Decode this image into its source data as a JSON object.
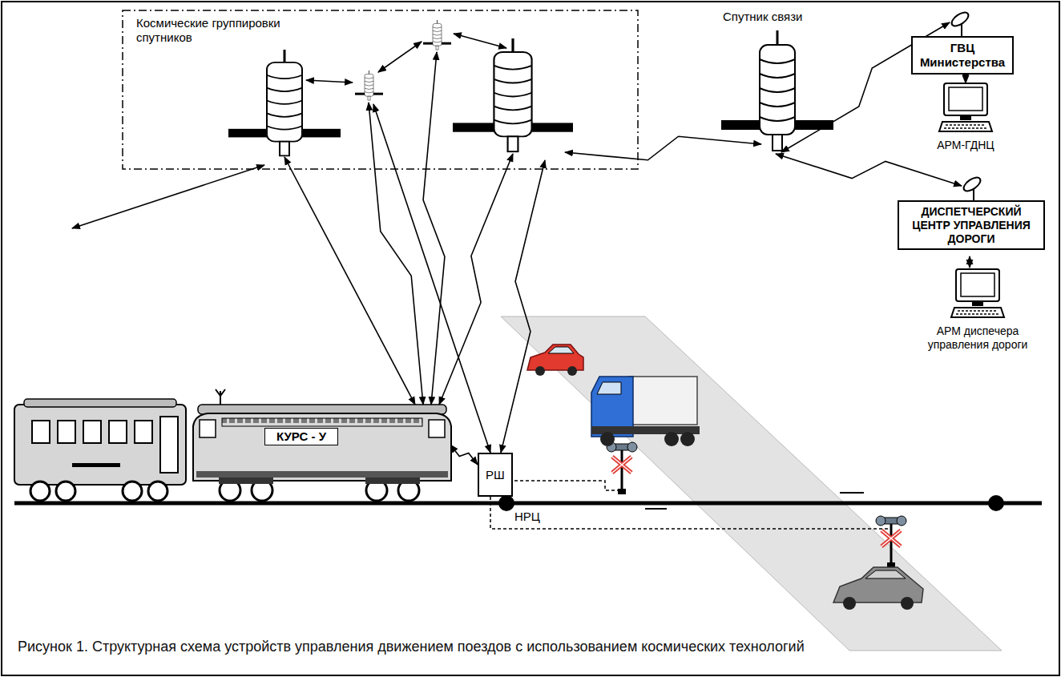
{
  "diagram": {
    "caption": "Рисунок 1. Структурная схема устройств управления движением поездов с использованием космических технологий",
    "nodes": [
      {
        "text": [
          "Космические группировки спутников"
        ]
      },
      {
        "text": [
          "Спутник связи"
        ]
      },
      {
        "text": [
          "ГВЦ Министерства"
        ]
      },
      {
        "text": [
          "АРМ-ГДНЦ"
        ]
      },
      {
        "text": [
          "ДИСПЕТЧЕРСКИЙ ЦЕНТР УПРАВЛЕНИЯ ДОРОГИ"
        ]
      },
      {
        "text": [
          "АРМ диспечера управления дороги"
        ]
      },
      {
        "text": [
          "КУРС - У"
        ]
      },
      {
        "text": [
          "РШ"
        ]
      }
    ],
    "edges": [
      {
        "from": 0,
        "to": 1,
        "arrow": "both"
      },
      {
        "from": 1,
        "to": 2,
        "arrow": "both"
      },
      {
        "from": 2,
        "to": 3,
        "arrow": "both"
      },
      {
        "from": 1,
        "to": 4,
        "arrow": "both"
      },
      {
        "from": 4,
        "to": 5,
        "arrow": "both"
      },
      {
        "from": 6,
        "to": 0,
        "arrow": "both"
      },
      {
        "from": 6,
        "to": 0,
        "arrow": "both"
      },
      {
        "from": 6,
        "to": 0,
        "arrow": "both"
      },
      {
        "from": 6,
        "to": 0,
        "arrow": "both"
      },
      {
        "from": 7,
        "to": 0,
        "arrow": "both"
      },
      {
        "from": 7,
        "to": 0,
        "arrow": "both"
      },
      {
        "from": 6,
        "to": 7,
        "arrow": "both"
      }
    ],
    "labels": [
      "НРЦ"
    ]
  }
}
